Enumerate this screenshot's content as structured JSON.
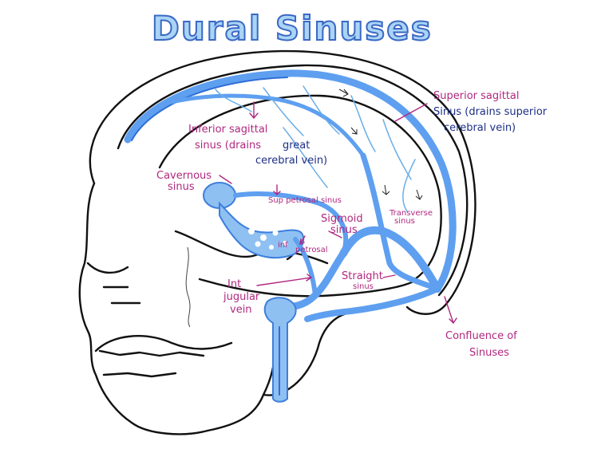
{
  "title": "Dural Sinuses",
  "labels": {
    "superior_sagittal_1": "Superior sagittal",
    "superior_sagittal_2": "Sinus (drains superior",
    "superior_sagittal_3": "cerebral vein)",
    "inferior_sagittal_1": "Inferior sagittal",
    "inferior_sagittal_2": "sinus (drains",
    "inferior_sagittal_3": "great",
    "inferior_sagittal_4": "cerebral vein)",
    "cavernous_1": "Cavernous",
    "cavernous_2": "sinus",
    "sup_petrosal": "Sup petrosal sinus",
    "sigmoid_1": "Sigmoid",
    "sigmoid_2": "sinus",
    "transverse_1": "Transverse",
    "transverse_2": "sinus",
    "inf_petrosal_1": "inf",
    "inf_petrosal_2": "petrosal",
    "straight_1": "Straight",
    "straight_2": "sinus",
    "int_jugular_1": "Int",
    "int_jugular_2": "jugular",
    "int_jugular_3": "vein",
    "confluence_1": "Confluence of",
    "confluence_2": "Sinuses"
  },
  "colors": {
    "sinus_blue": "#5e9ff0",
    "sinus_dark": "#2f6fd6",
    "label_magenta": "#b0287f",
    "label_navy": "#1d2f86",
    "title_fill": "#a9d4f5"
  }
}
